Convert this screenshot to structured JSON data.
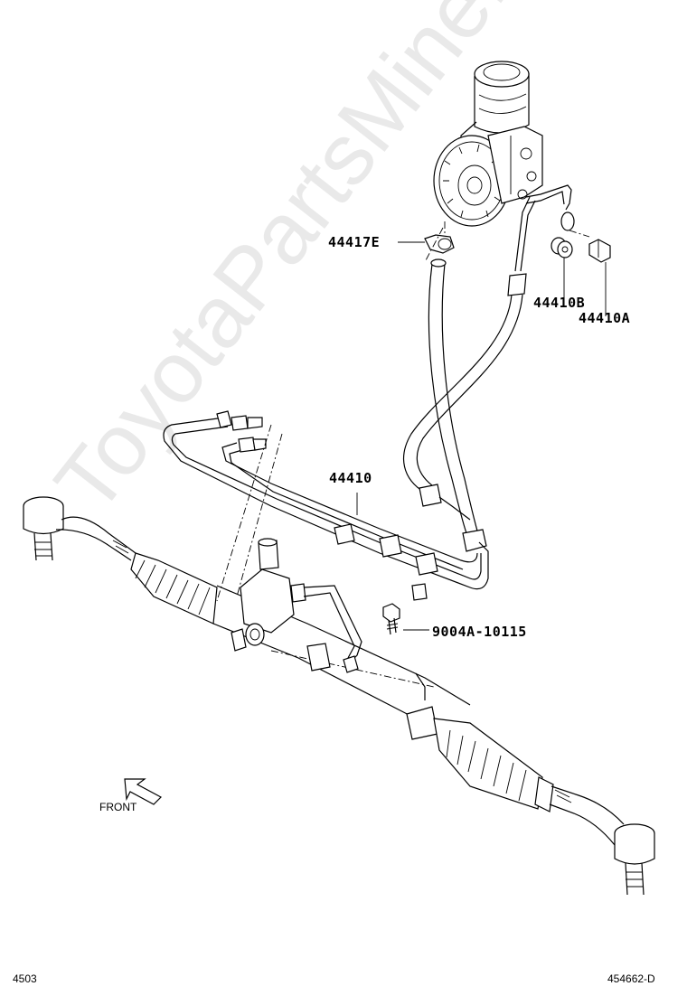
{
  "watermark": "ToyotaPartsMine.ru",
  "parts": {
    "p44417e": "44417E",
    "p44410b": "44410B",
    "p44410a": "44410A",
    "p44410": "44410",
    "p9004a": "9004A-10115"
  },
  "front_label": "FRONT",
  "footer": {
    "left": "4503",
    "right": "454662-D"
  }
}
